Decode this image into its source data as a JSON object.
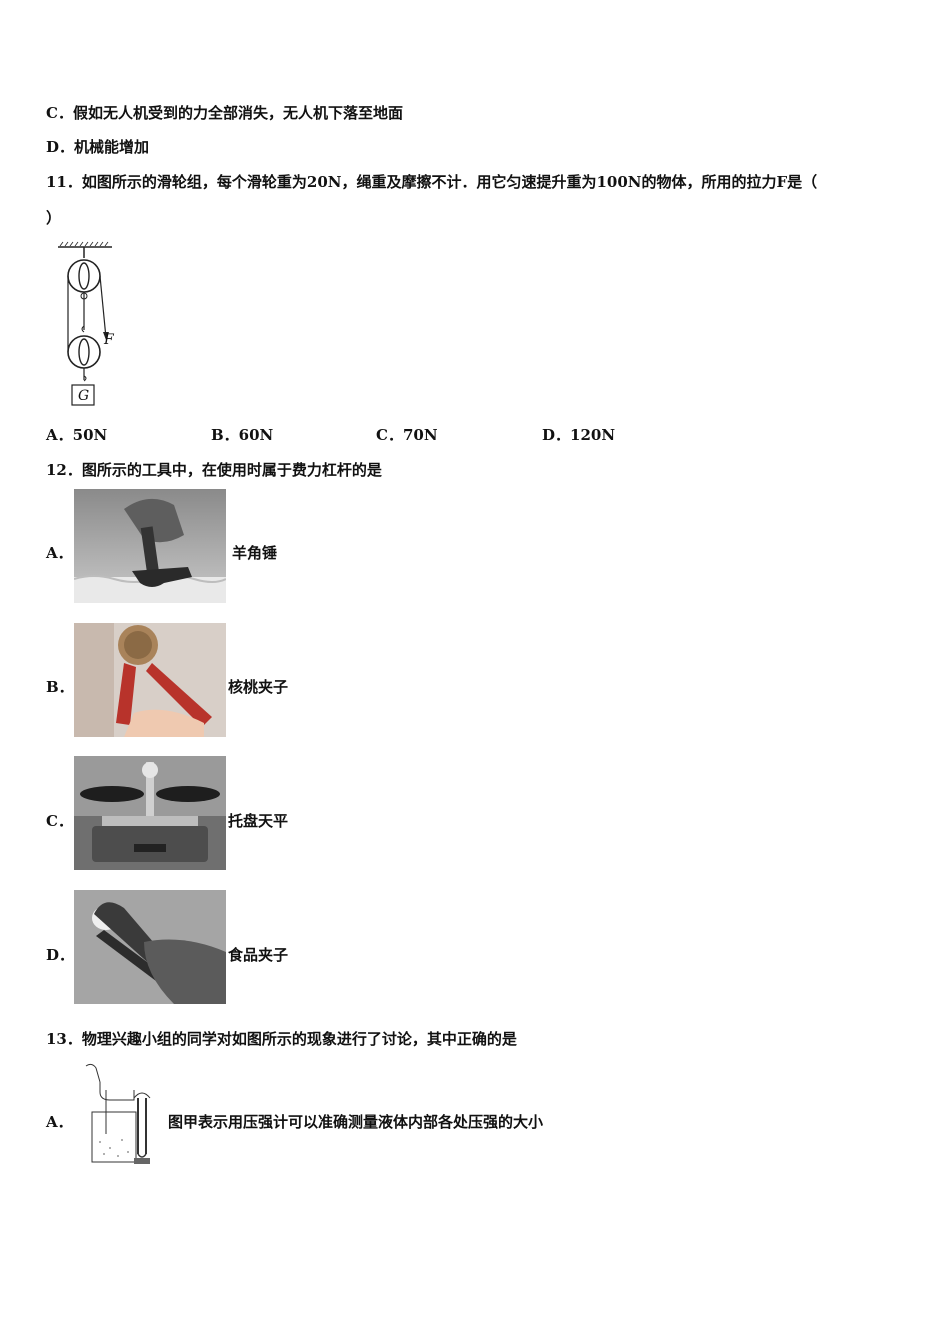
{
  "q10": {
    "option_c": "C．假如无人机受到的力全部消失，无人机下落至地面",
    "option_d": "D．机械能增加"
  },
  "q11": {
    "stem": "11．如图所示的滑轮组，每个滑轮重为20N，绳重及摩擦不计．用它匀速提升重为100N的物体，所用的拉力F是（",
    "stem_end": "）",
    "figure": {
      "force_label": "F",
      "weight_label": "G"
    },
    "options": [
      "A．50N",
      "B．60N",
      "C．70N",
      "D．120N"
    ]
  },
  "q12": {
    "stem": "12．图所示的工具中，在使用时属于费力杠杆的是",
    "options": [
      {
        "letter": "A．",
        "caption": "羊角锤"
      },
      {
        "letter": "B．",
        "caption": "核桃夹子"
      },
      {
        "letter": "C．",
        "caption": "托盘天平"
      },
      {
        "letter": "D．",
        "caption": "食品夹子"
      }
    ]
  },
  "q13": {
    "stem": "13．物理兴趣小组的同学对如图所示的现象进行了讨论，其中正确的是",
    "option_a": {
      "letter": "A．",
      "text": "图甲表示用压强计可以准确测量液体内部各处压强的大小"
    }
  }
}
